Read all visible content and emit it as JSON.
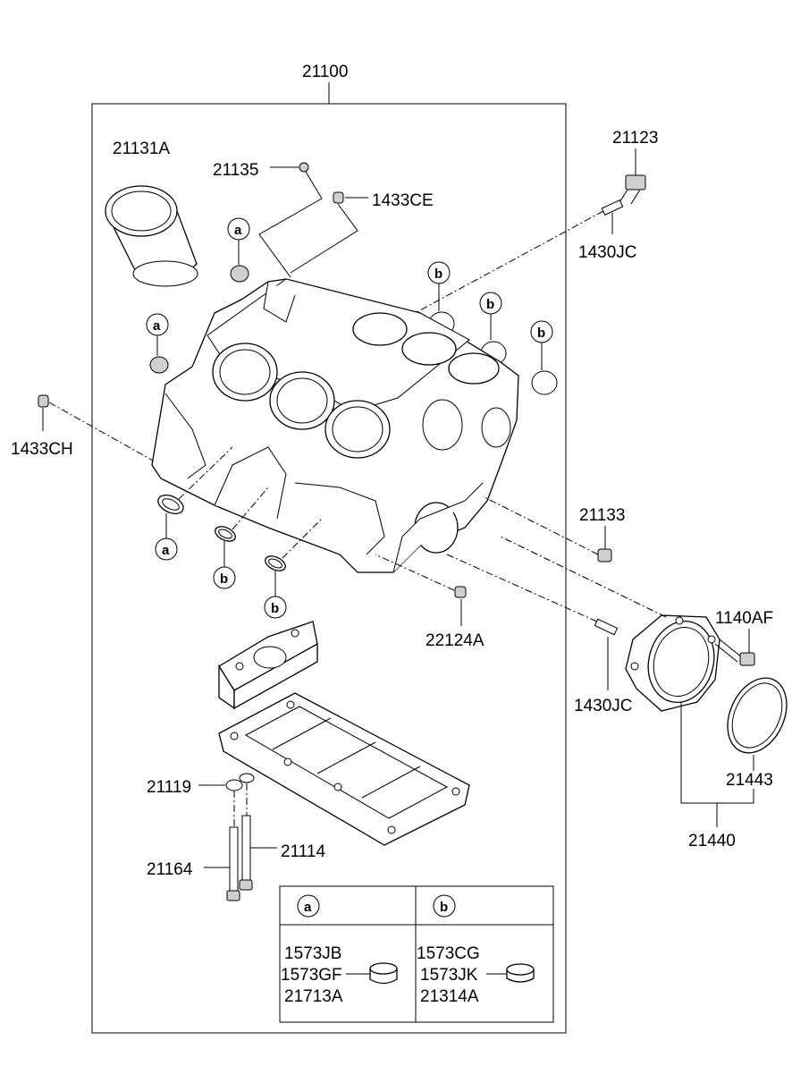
{
  "labels": {
    "assembly": "21100",
    "liner": "21131A",
    "plug_21135": "21135",
    "pin_1433ce": "1433CE",
    "bolt_21123": "21123",
    "pin_1430jc_top": "1430JC",
    "pin_1433ch": "1433CH",
    "plug_21133": "21133",
    "bolt_1140af": "1140AF",
    "pin_22124a": "22124A",
    "pin_1430jc_bottom": "1430JC",
    "seal_21443": "21443",
    "retainer_21440": "21440",
    "washer_21119": "21119",
    "bolt_21114": "21114",
    "bolt_21164": "21164"
  },
  "callouts": {
    "a": "a",
    "b": "b"
  },
  "legend": {
    "col_a": {
      "key": "a",
      "codes": [
        "1573JB",
        "1573GF",
        "21713A"
      ]
    },
    "col_b": {
      "key": "b",
      "codes": [
        "1573CG",
        "1573JK",
        "21314A"
      ]
    }
  }
}
